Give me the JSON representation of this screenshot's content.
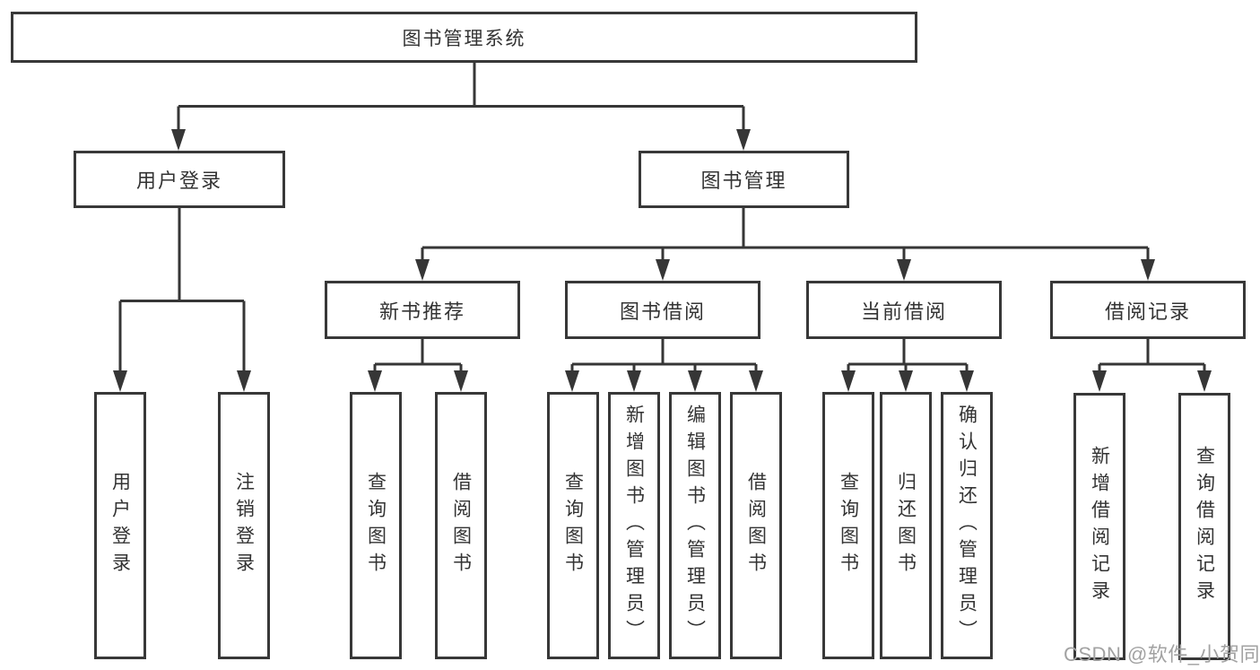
{
  "diagram": {
    "title": "图书管理系统",
    "watermark": "CSDN @软件_小贺同学",
    "colors": {
      "border": "#383838",
      "line": "#363636",
      "text": "#333333",
      "watermark": "#a2a2a2",
      "background": "#ffffff"
    },
    "root": {
      "label": "图书管理系统"
    },
    "level2": [
      {
        "label": "用户登录"
      },
      {
        "label": "图书管理"
      }
    ],
    "level3": [
      {
        "label": "新书推荐"
      },
      {
        "label": "图书借阅"
      },
      {
        "label": "当前借阅"
      },
      {
        "label": "借阅记录"
      }
    ],
    "leaves": [
      {
        "label": "用户登录"
      },
      {
        "label": "注销登录"
      },
      {
        "label": "查询图书"
      },
      {
        "label": "借阅图书"
      },
      {
        "label": "查询图书"
      },
      {
        "label": "新增图书（管理员）"
      },
      {
        "label": "编辑图书（管理员）"
      },
      {
        "label": "借阅图书"
      },
      {
        "label": "查询图书"
      },
      {
        "label": "归还图书"
      },
      {
        "label": "确认归还（管理员）"
      },
      {
        "label": "新增借阅记录"
      },
      {
        "label": "查询借阅记录"
      }
    ]
  }
}
